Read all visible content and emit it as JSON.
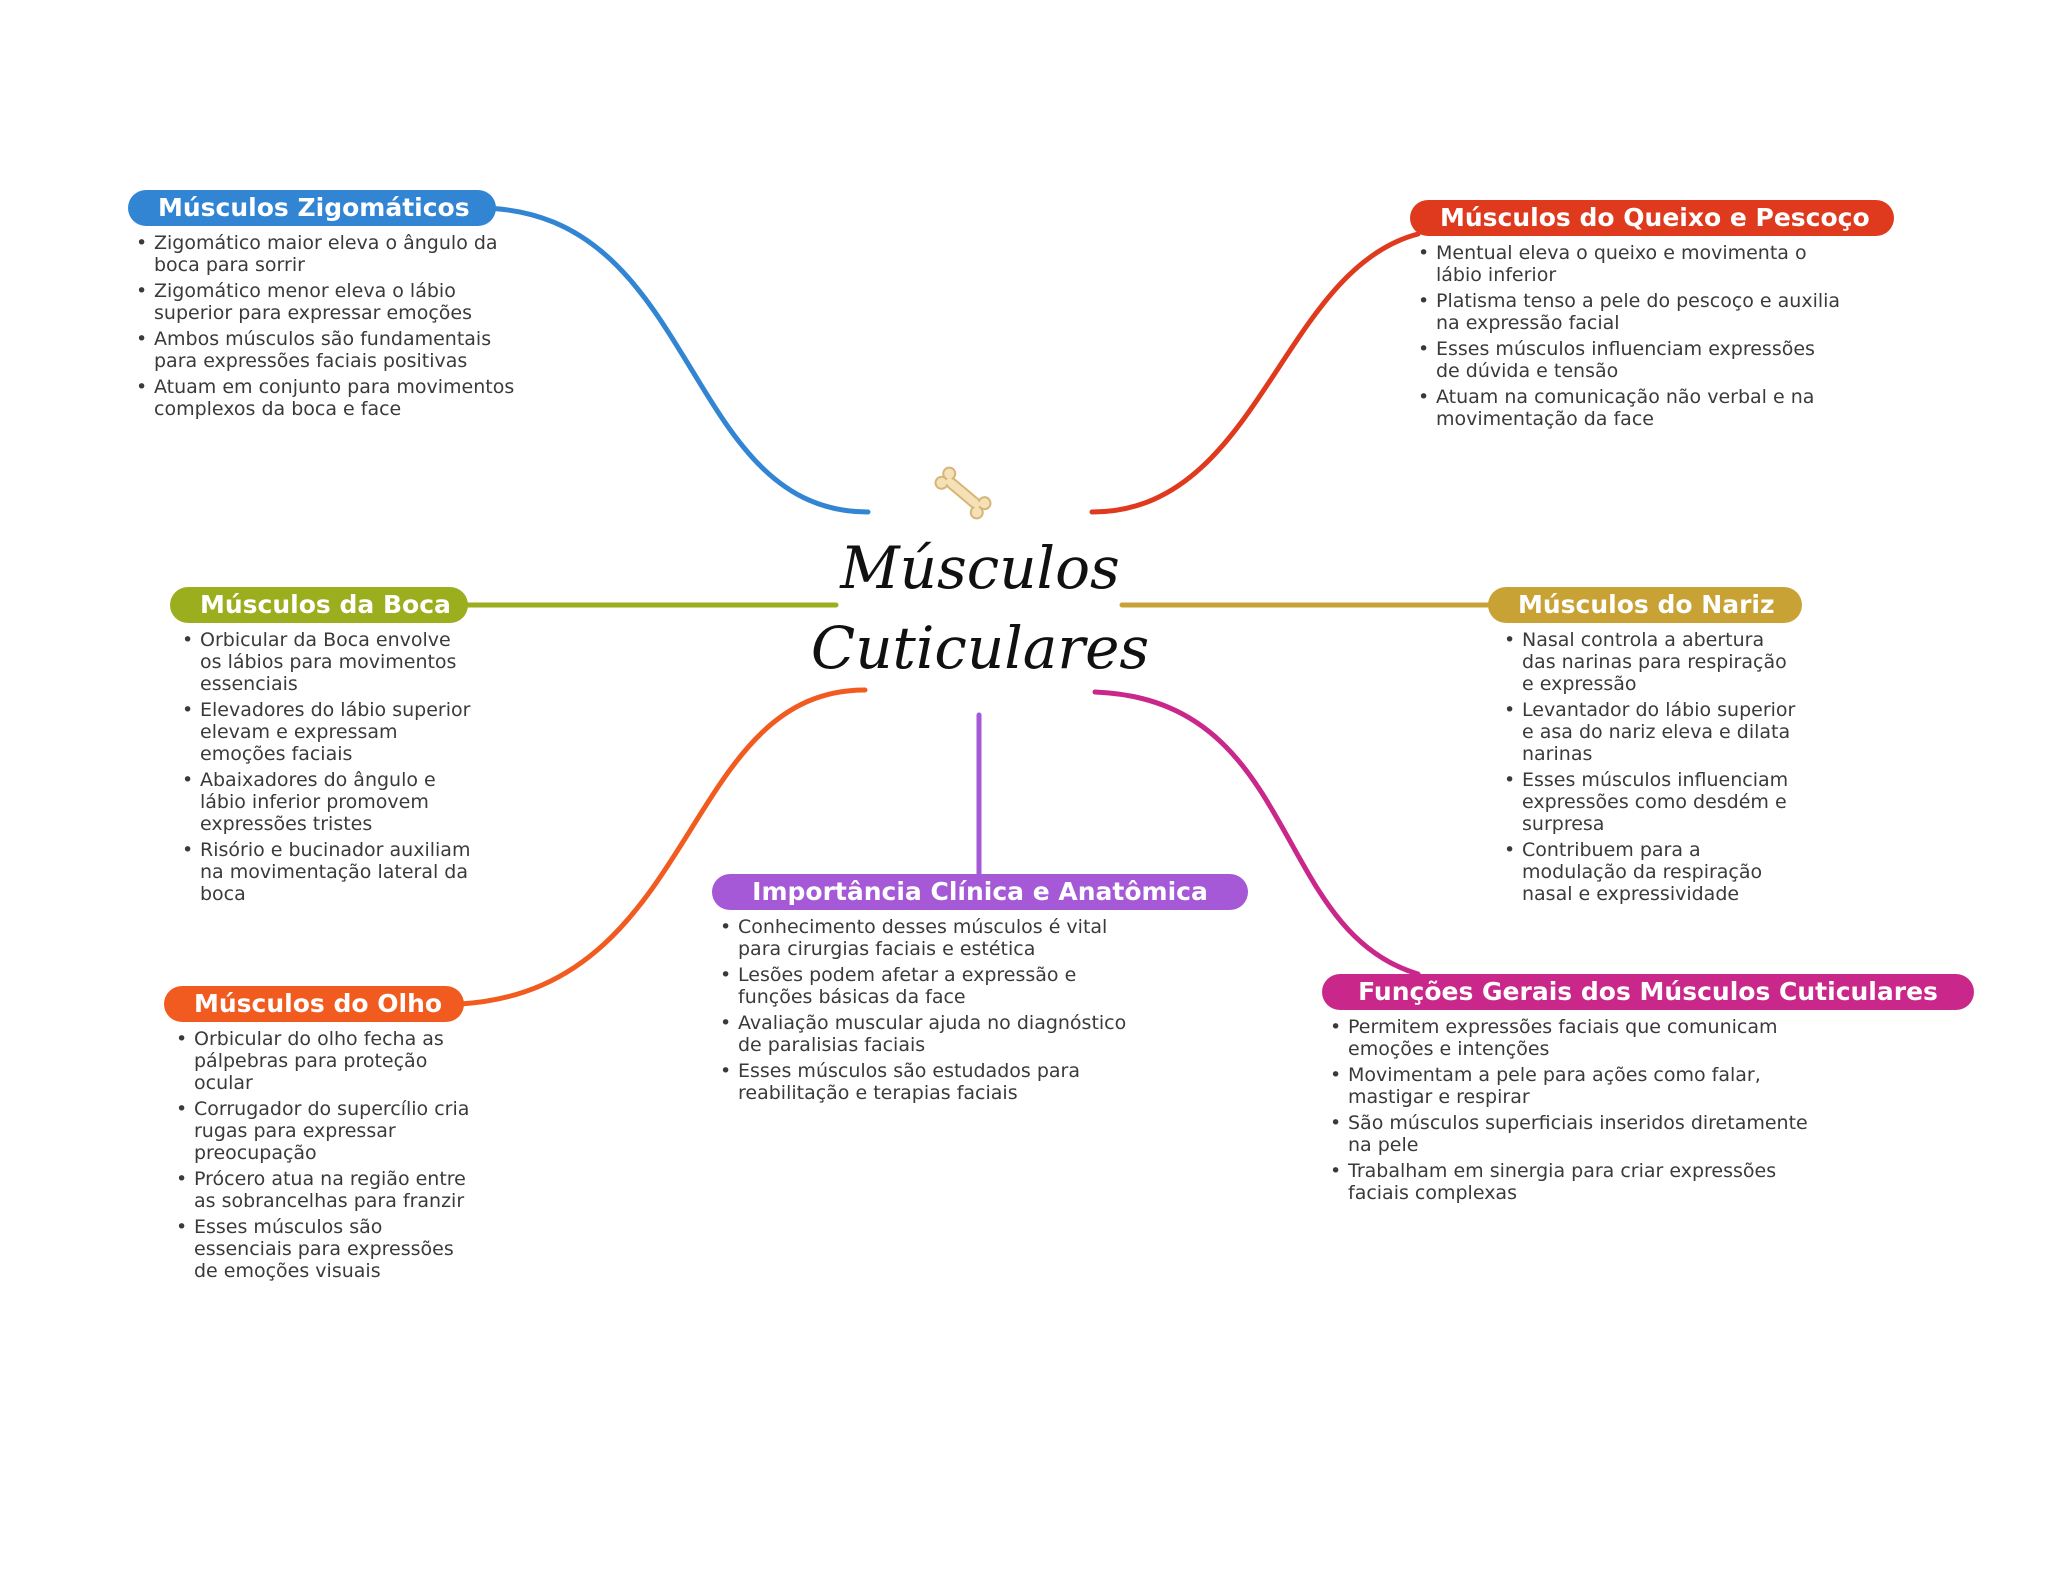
{
  "center": {
    "title_line1": "Músculos",
    "title_line2": "Cuticulares",
    "icon": "bone-icon"
  },
  "branches": {
    "zigomaticos": {
      "title": "Músculos Zigomáticos",
      "color": "#3185d3",
      "items": [
        "Zigomático maior eleva o ângulo da boca para sorrir",
        "Zigomático menor eleva o lábio superior para expressar emoções",
        "Ambos músculos são fundamentais para expressões faciais positivas",
        "Atuam em conjunto para movimentos complexos da boca e face"
      ]
    },
    "queixo": {
      "title": "Músculos do Queixo e Pescoço",
      "color": "#e03a1e",
      "items": [
        "Mentual eleva o queixo e movimenta o lábio inferior",
        "Platisma tenso a pele do pescoço e auxilia na expressão facial",
        "Esses músculos influenciam expressões de dúvida e tensão",
        "Atuam na comunicação não verbal e na movimentação da face"
      ]
    },
    "boca": {
      "title": "Músculos da Boca",
      "color": "#9aae1e",
      "items": [
        "Orbicular da Boca envolve os lábios para movimentos essenciais",
        "Elevadores do lábio superior elevam e expressam emoções faciais",
        "Abaixadores do ângulo e lábio inferior promovem expressões tristes",
        "Risório e bucinador auxiliam na movimentação lateral da boca"
      ]
    },
    "nariz": {
      "title": "Músculos do Nariz",
      "color": "#c9a235",
      "items": [
        "Nasal controla a abertura das narinas para respiração e expressão",
        "Levantador do lábio superior e asa do nariz eleva e dilata narinas",
        "Esses músculos influenciam expressões como desdém e surpresa",
        "Contribuem para a modulação da respiração nasal e expressividade"
      ]
    },
    "olho": {
      "title": "Músculos do Olho",
      "color": "#f25b20",
      "items": [
        "Orbicular do olho fecha as pálpebras para proteção ocular",
        "Corrugador do supercílio cria rugas para expressar preocupação",
        "Prócero atua na região entre as sobrancelhas para franzir",
        "Esses músculos são essenciais para expressões de emoções visuais"
      ]
    },
    "importancia": {
      "title": "Importância Clínica e Anatômica",
      "color": "#a559d6",
      "items": [
        "Conhecimento desses músculos é vital para cirurgias faciais e estética",
        "Lesões podem afetar a expressão e funções básicas da face",
        "Avaliação muscular ajuda no diagnóstico de paralisias faciais",
        "Esses músculos são estudados para reabilitação e terapias faciais"
      ]
    },
    "funcoes": {
      "title": "Funções Gerais dos Músculos Cuticulares",
      "color": "#c9288a",
      "items": [
        "Permitem expressões faciais que comunicam emoções e intenções",
        "Movimentam a pele para ações como falar, mastigar e respirar",
        "São músculos superficiais inseridos diretamente na pele",
        "Trabalham em sinergia para criar expressões faciais complexas"
      ]
    }
  }
}
